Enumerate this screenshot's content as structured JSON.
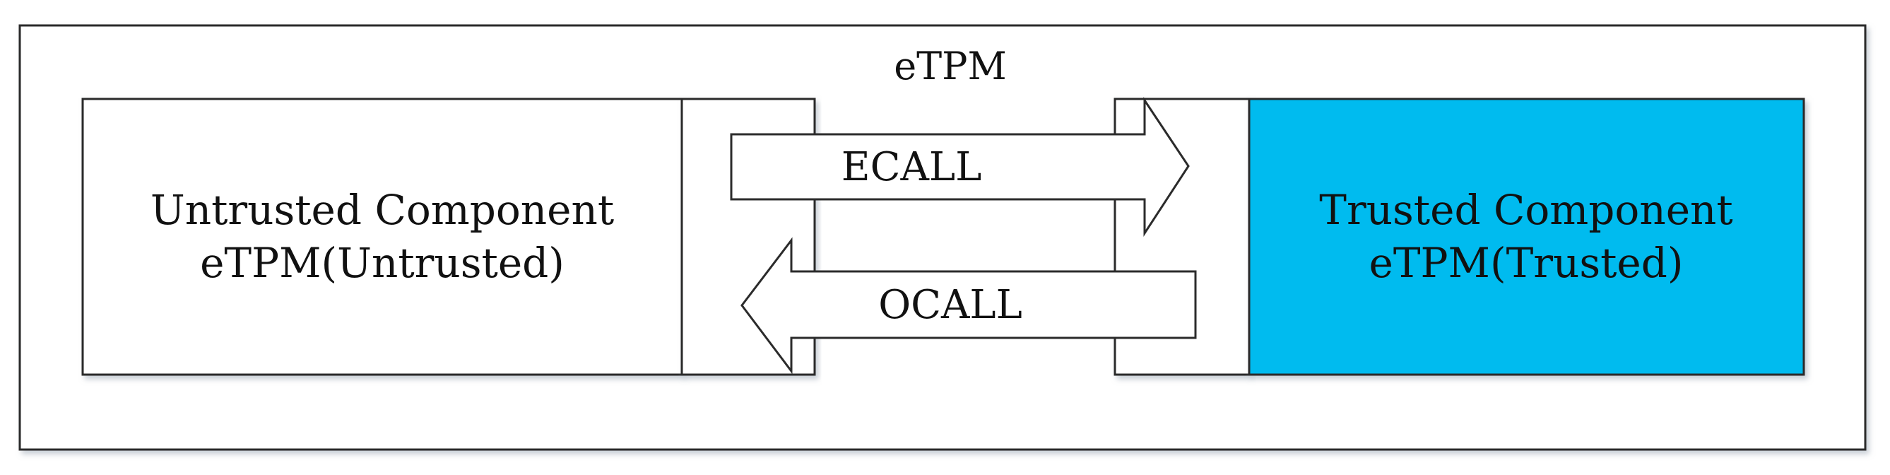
{
  "diagram": {
    "container_title": "eTPM",
    "untrusted": {
      "title": "Untrusted Component",
      "subtitle": "eTPM(Untrusted)",
      "fill": "#ffffff"
    },
    "trusted": {
      "title": "Trusted Component",
      "subtitle": "eTPM(Trusted)",
      "fill": "#00bbef"
    },
    "ecall": {
      "label": "ECALL",
      "direction": "right"
    },
    "ocall": {
      "label": "OCALL",
      "direction": "left"
    }
  }
}
